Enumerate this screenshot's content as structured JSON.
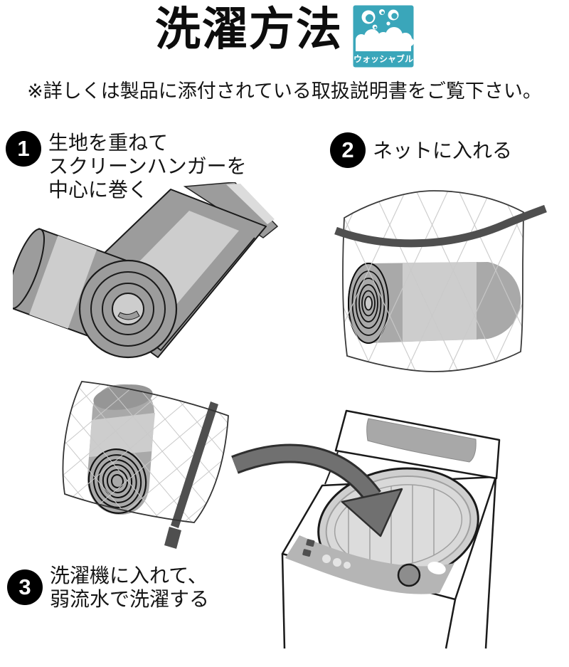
{
  "header": {
    "title": "洗濯方法",
    "badge_label": "ウォッシャブル"
  },
  "note": "※詳しくは製品に添付されている取扱説明書をご覧下さい。",
  "steps": [
    {
      "number": "1",
      "lines": [
        "生地を重ねて",
        "スクリーンハンガーを",
        "中心に巻く"
      ]
    },
    {
      "number": "2",
      "lines": [
        "ネットに入れる"
      ]
    },
    {
      "number": "3",
      "lines": [
        "洗濯機に入れて、",
        "弱流水で洗濯する"
      ]
    }
  ],
  "illustrations": {
    "step1": "rolled-screen-fabric",
    "step2": "roll-inside-laundry-net",
    "step3": "net-bag-into-washing-machine"
  },
  "colors": {
    "badge_teal": "#3aa6ba",
    "ink": "#111111",
    "mid_gray": "#9c9c9c",
    "light_gray": "#cdcdcd",
    "net_line_gray": "#c9c9c9",
    "strap_dark_gray": "#4f4f4f",
    "arrow_gray": "#707070",
    "panel_gray": "#b5b5b5"
  }
}
